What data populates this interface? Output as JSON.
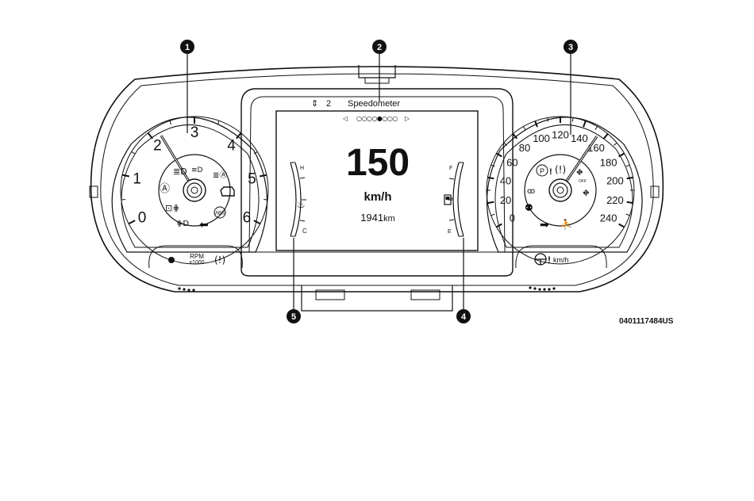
{
  "callouts": [
    "1",
    "2",
    "3",
    "4",
    "5"
  ],
  "figure_code": "0401117484US",
  "tachometer": {
    "ticks": [
      "0",
      "1",
      "2",
      "3",
      "4",
      "5",
      "6"
    ],
    "rpm_label": "RPM",
    "rpm_unit": "x1000"
  },
  "speedometer": {
    "ticks": [
      "0",
      "20",
      "40",
      "60",
      "80",
      "100",
      "120",
      "140",
      "160",
      "180",
      "200",
      "220",
      "240"
    ],
    "unit": "km/h",
    "esc_off": "OFF"
  },
  "display": {
    "menu_index": "2",
    "menu_title": "Speedometer",
    "page_dots": "○○○○●○○○",
    "speed": "150",
    "speed_unit": "km/h",
    "odometer": "1941",
    "odometer_unit": "km"
  },
  "temp_gauge": {
    "high": "H",
    "low": "C"
  },
  "fuel_gauge": {
    "full": "F",
    "empty": "E"
  },
  "icons": {
    "abs": "ABS",
    "parking_brake": "P",
    "auto_light": "A",
    "exclamation": "!"
  }
}
